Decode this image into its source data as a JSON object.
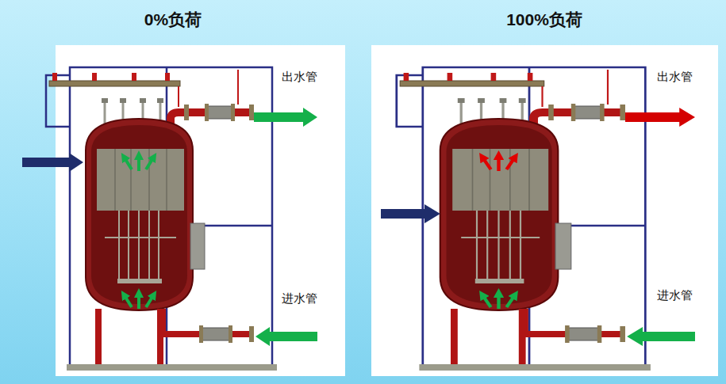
{
  "diagram": {
    "nodes": [
      {
        "text": [
          "0%负荷"
        ]
      },
      {
        "text": [
          "100%负荷"
        ]
      }
    ],
    "labels": [
      "出水管",
      "进水管",
      "出水管",
      "进水管"
    ]
  }
}
